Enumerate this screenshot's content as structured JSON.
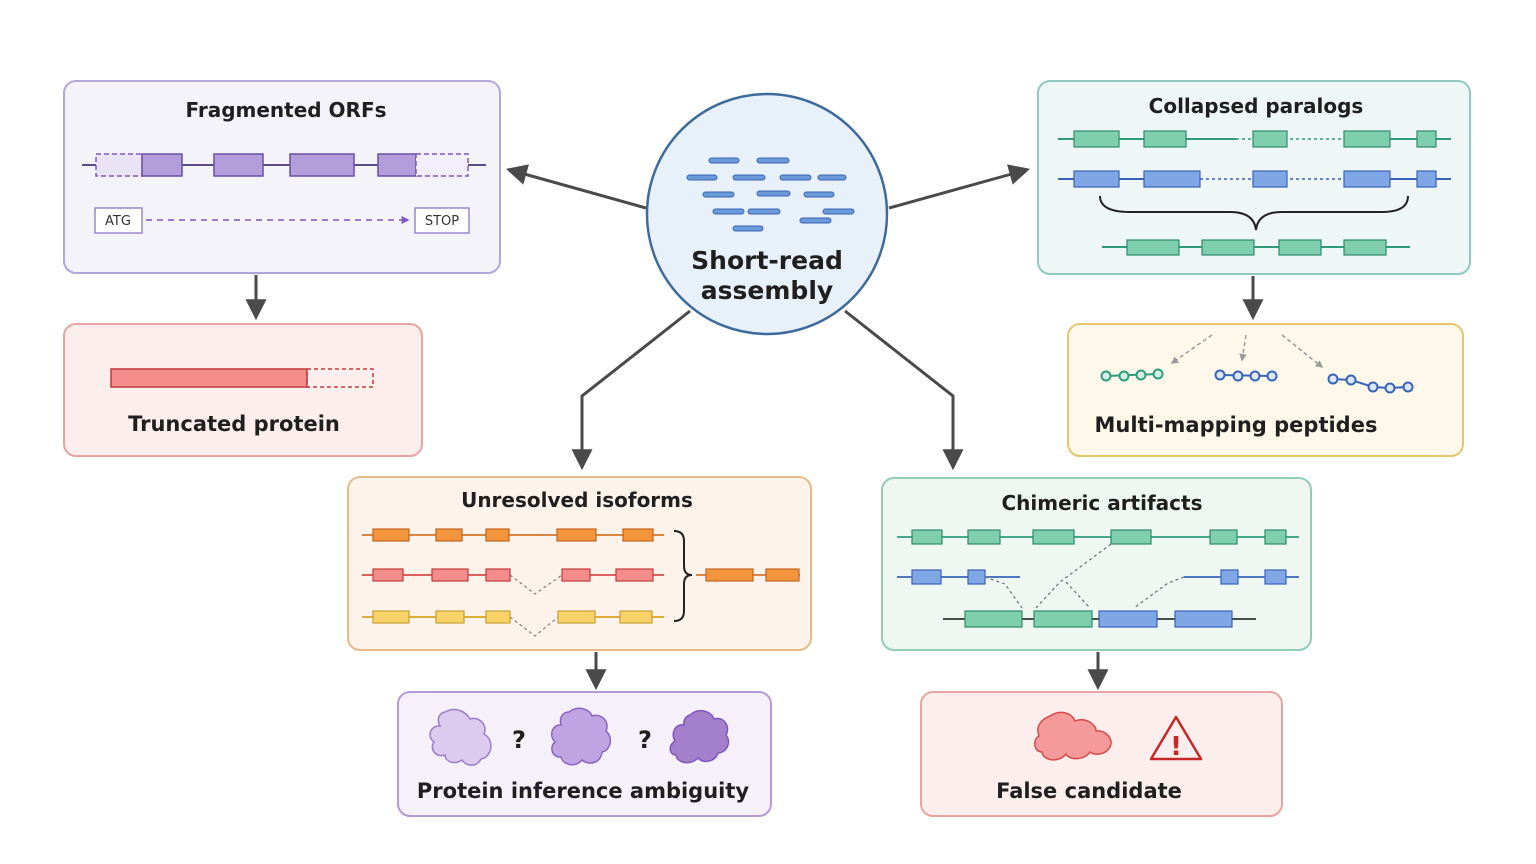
{
  "center": {
    "line1": "Short-read",
    "line2": "assembly"
  },
  "panels": {
    "fragmented_orfs": {
      "title": "Fragmented ORFs",
      "start_label": "ATG",
      "stop_label": "STOP"
    },
    "truncated_protein": {
      "title": "Truncated protein"
    },
    "collapsed_paralogs": {
      "title": "Collapsed paralogs"
    },
    "multi_mapping": {
      "title": "Multi-mapping peptides"
    },
    "unresolved_isoforms": {
      "title": "Unresolved isoforms"
    },
    "protein_inference": {
      "title": "Protein inference ambiguity",
      "question_mark": "?"
    },
    "chimeric_artifacts": {
      "title": "Chimeric artifacts"
    },
    "false_candidate": {
      "title": "False candidate",
      "warning_mark": "!"
    }
  },
  "colors": {
    "purple": "#b39ddb",
    "purple_dark": "#7e57c2",
    "red": "#f48c8c",
    "red_dark": "#d84a4a",
    "green": "#7fcfae",
    "green_dark": "#2e9c78",
    "blue": "#7fa7e6",
    "blue_dark": "#3a63b8",
    "orange": "#f2953c",
    "yellow": "#f8d36a",
    "arrow": "#4a4a4a"
  }
}
